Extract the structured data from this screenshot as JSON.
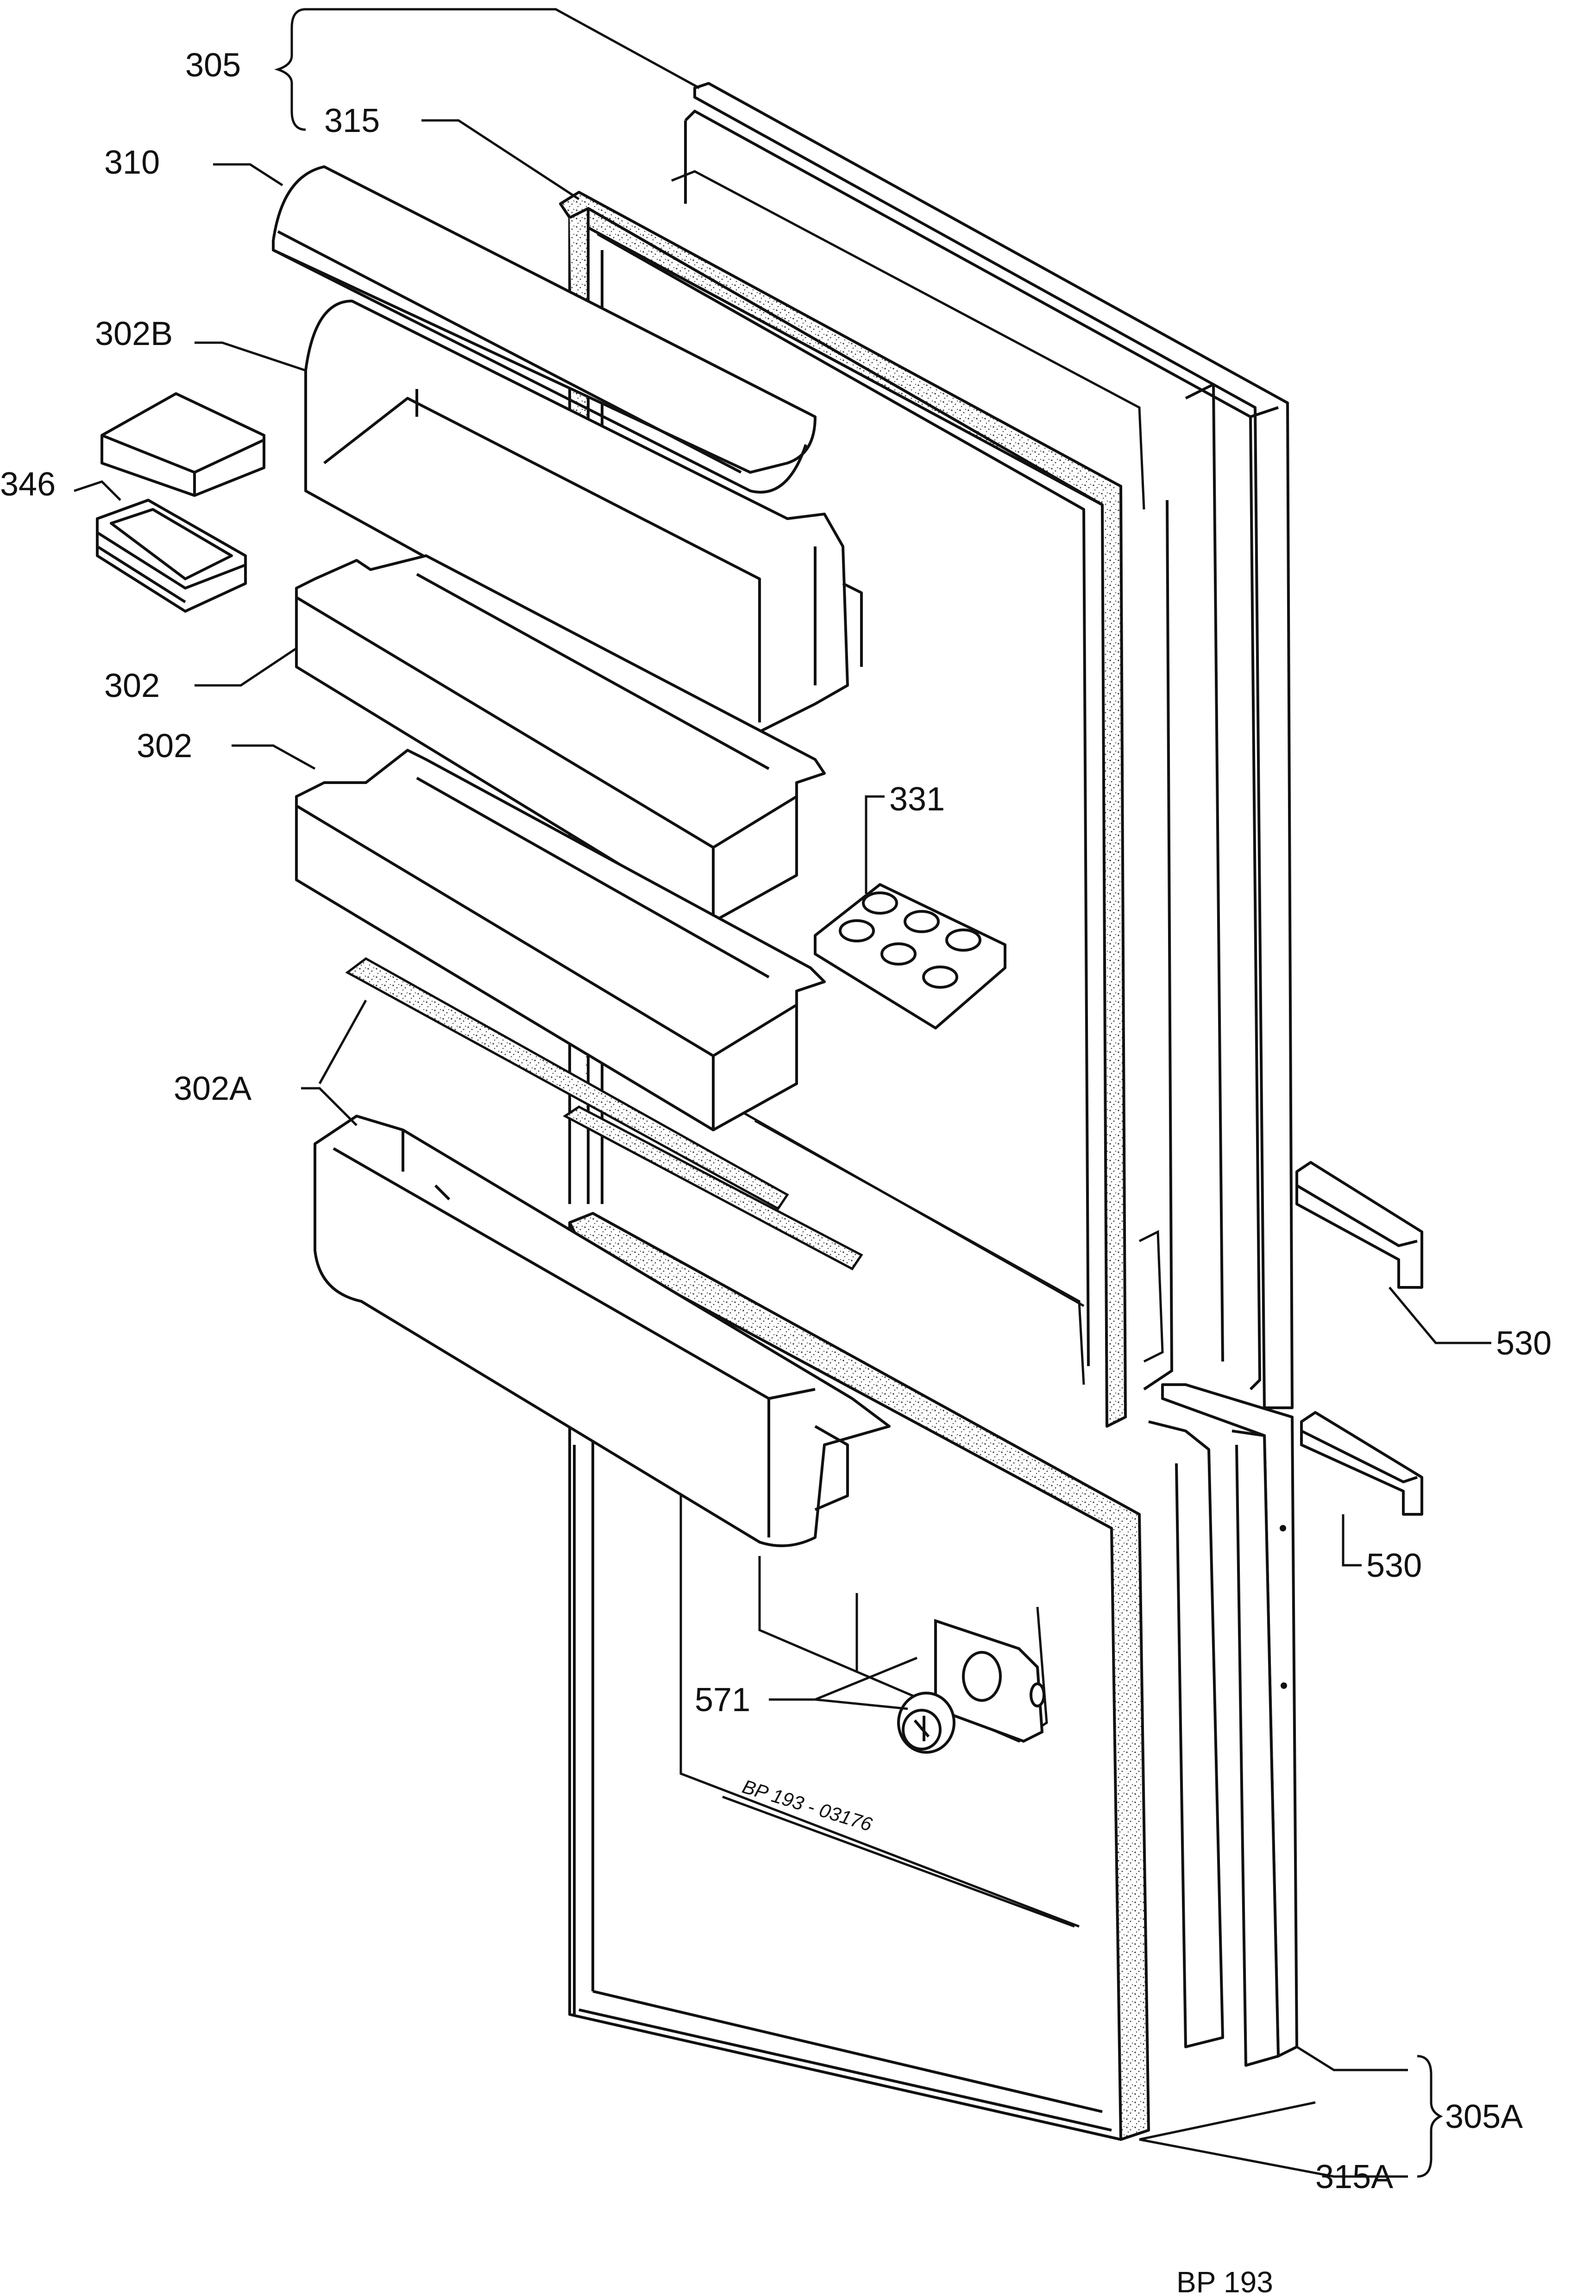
{
  "diagram": {
    "drawing_code": "BP 193",
    "handwritten_code": "BP 193 - 03176",
    "callouts": {
      "door_upper": "305",
      "door_gasket_upper": "315",
      "shelf_flap": "310",
      "bottle_rack_top": "302B",
      "butter_box": "346",
      "door_shelf_1": "302",
      "door_shelf_2": "302",
      "egg_tray": "331",
      "door_shelf_bottom": "302A",
      "hinge_upper": "530",
      "hinge_lower": "530",
      "control_knob": "571",
      "door_lower": "305A",
      "door_gasket_lower": "315A"
    }
  },
  "colors": {
    "ink": "#111111",
    "paper": "#ffffff",
    "gasket_fill": "#d9d9d9"
  }
}
